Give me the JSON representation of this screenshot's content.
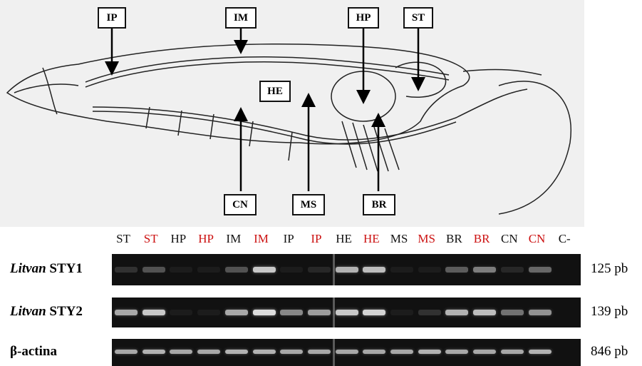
{
  "tissue_labels": {
    "ip": "IP",
    "im": "IM",
    "hp": "HP",
    "st": "ST",
    "he": "HE",
    "cn": "CN",
    "ms": "MS",
    "br": "BR"
  },
  "lanes": [
    {
      "label": "ST",
      "color": "#111111"
    },
    {
      "label": "ST",
      "color": "#cc1111"
    },
    {
      "label": "HP",
      "color": "#111111"
    },
    {
      "label": "HP",
      "color": "#cc1111"
    },
    {
      "label": "IM",
      "color": "#111111"
    },
    {
      "label": "IM",
      "color": "#cc1111"
    },
    {
      "label": "IP",
      "color": "#111111"
    },
    {
      "label": "IP",
      "color": "#cc1111"
    },
    {
      "label": "HE",
      "color": "#111111"
    },
    {
      "label": "HE",
      "color": "#cc1111"
    },
    {
      "label": "MS",
      "color": "#111111"
    },
    {
      "label": "MS",
      "color": "#cc1111"
    },
    {
      "label": "BR",
      "color": "#111111"
    },
    {
      "label": "BR",
      "color": "#cc1111"
    },
    {
      "label": "CN",
      "color": "#111111"
    },
    {
      "label": "CN",
      "color": "#cc1111"
    },
    {
      "label": "C-",
      "color": "#111111"
    }
  ],
  "gels": [
    {
      "gene_italic": "Litvan",
      "gene_rest": " STY1",
      "size": "125 pb",
      "intensities": [
        0.15,
        0.3,
        0.05,
        0.05,
        0.3,
        0.85,
        0.05,
        0.1,
        0.75,
        0.8,
        0.05,
        0.05,
        0.35,
        0.5,
        0.1,
        0.4,
        0.0
      ]
    },
    {
      "gene_italic": "Litvan",
      "gene_rest": " STY2",
      "size": "139 pb",
      "intensities": [
        0.7,
        0.85,
        0.05,
        0.05,
        0.7,
        0.95,
        0.55,
        0.65,
        0.85,
        0.9,
        0.05,
        0.15,
        0.75,
        0.8,
        0.45,
        0.6,
        0.0
      ]
    },
    {
      "gene_italic": "",
      "gene_rest": "β-actina",
      "size": "846 pb",
      "intensities": [
        0.7,
        0.75,
        0.7,
        0.7,
        0.75,
        0.75,
        0.7,
        0.7,
        0.7,
        0.7,
        0.7,
        0.75,
        0.7,
        0.7,
        0.7,
        0.75,
        0.0
      ]
    }
  ],
  "colors": {
    "gel_background": "#111111",
    "control_label": "#cc1111",
    "band": "#e8e8e8"
  }
}
